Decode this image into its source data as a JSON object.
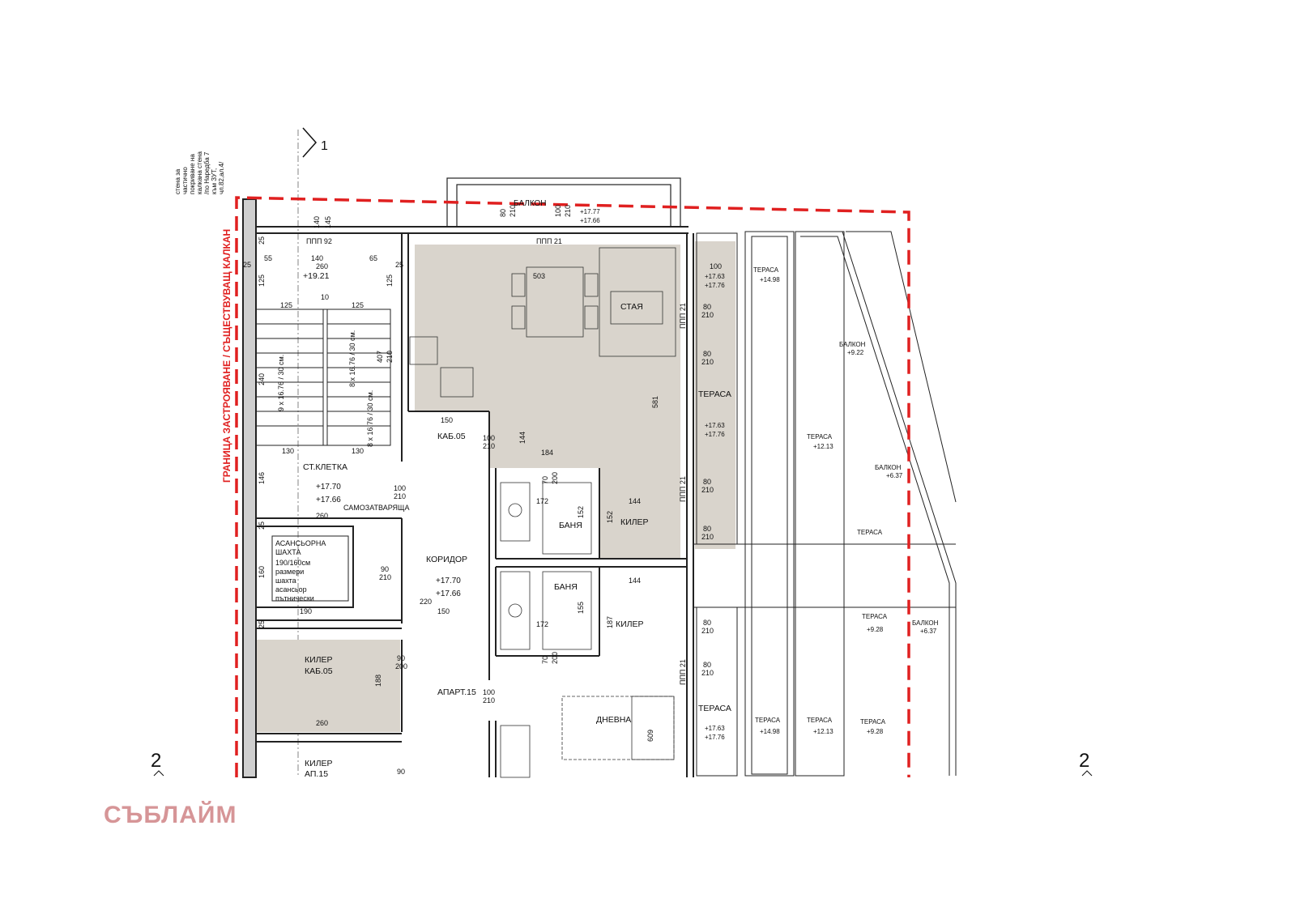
{
  "section_markers": {
    "top": "1",
    "left": "2",
    "right": "2"
  },
  "logo": "СЪБЛАЙМ",
  "boundary_label": "ГРАНИЦА ЗАСТРОЯВАНЕ / СЪЩЕСТВУВАЩ КАЛКАН",
  "wall_note": [
    "стена за",
    "частично",
    "покриване на",
    "калкана стена",
    "/по Наредба 7",
    "към ЗУТ,",
    "чл.82,ал.4/"
  ],
  "rooms": {
    "balcony_top": "БАЛКОН",
    "room": "СТАЯ",
    "terrace_1": "ТЕРАСА",
    "terrace_2": "ТЕРАСА",
    "terrace_3": "ТЕРАСА",
    "terrace_4": "ТЕРАСА",
    "terrace_5": "ТЕРАСА",
    "terrace_6": "ТЕРАСА",
    "terrace_7": "ТЕРАСА",
    "terrace_8": "ТЕРАСА",
    "terrace_9": "ТЕРАСА",
    "balcony_1": "БАЛКОН",
    "balcony_2": "БАЛКОН",
    "balcony_3": "БАЛКОН",
    "stairwell": "СТ.КЛЕТКА",
    "corridor": "КОРИДОР",
    "bath_1": "БАНЯ",
    "bath_2": "БАНЯ",
    "storage_1": "КИЛЕР",
    "storage_2": "КИЛЕР",
    "storage_3": "КИЛЕР",
    "storage_3b": "КАБ.05",
    "storage_4": "КИЛЕР",
    "storage_4b": "АП.15",
    "living": "ДНЕВНА",
    "unit_1": "КАБ.05",
    "unit_2": "АПАРТ.15",
    "self_closing": "САМОЗАТВАРЯЩА",
    "elevator": [
      "АСАНСЬОРНА",
      "ШАХТА",
      "190/160см",
      "размери",
      "шахта",
      "асансьор",
      "пътнически"
    ]
  },
  "levels": {
    "stair": "+19.21",
    "stair_a": "+17.70",
    "stair_b": "+17.66",
    "corr_a": "+17.70",
    "corr_b": "+17.66",
    "balc_a": "+17.77",
    "balc_b": "+17.66",
    "terr1_a": "+17.63",
    "terr1_b": "+17.76",
    "terr2_a": "+17.63",
    "terr2_b": "+17.76",
    "terr3_a": "+17.63",
    "terr3_b": "+17.76",
    "t_1498a": "+14.98",
    "t_1213a": "+12.13",
    "t_922": "+9.22",
    "t_637a": "+6.37",
    "t_928a": "+9.28",
    "t_637b": "+6.37",
    "t_1498b": "+14.98",
    "t_1213b": "+12.13",
    "t_928b": "+9.28"
  },
  "tags": {
    "ppp92": "ППП 92",
    "ppp21_top": "ППП 21",
    "ppp21_a": "ППП 21",
    "ppp21_b": "ППП 21",
    "ppp21_c": "ППП 21"
  },
  "dims": {
    "d140a": "140",
    "d145": "145",
    "d25a": "25",
    "d55": "55",
    "d140b": "140",
    "d260a": "260",
    "d65": "65",
    "d25b": "25",
    "d25c": "25",
    "d125a": "125",
    "d125b": "125",
    "d125c": "125",
    "d10": "10",
    "d125d": "125",
    "d240": "240",
    "stairs_a": "9 x 16.76 / 30 см.",
    "stairs_b": "8 x 16.76 / 30 см.",
    "stairs_c": "8 x 16.76 / 30 см.",
    "d407": "407",
    "d210s": "210",
    "d130a": "130",
    "d130b": "130",
    "d146": "146",
    "d260b": "260",
    "d100a": "100",
    "d210a": "210",
    "d503": "503",
    "d80a": "80",
    "d210b": "210",
    "d80b": "80",
    "d210c": "210",
    "d80c": "80",
    "d210d": "210",
    "d80d": "80",
    "d210e": "210",
    "d100t": "100",
    "d80t": "80",
    "d210t1": "210",
    "d100t2": "100",
    "d210t2": "210",
    "d150a": "150",
    "d100b": "100",
    "d210f": "210",
    "d144a": "144",
    "d184": "184",
    "d581": "581",
    "d70a": "70",
    "d200a": "200",
    "d172a": "172",
    "d152a": "152",
    "d152b": "152",
    "d144b": "144",
    "d160": "160",
    "d90a": "90",
    "d210g": "210",
    "d220": "220",
    "d150b": "150",
    "d190": "190",
    "d25d": "25",
    "d25e": "25",
    "d144c": "144",
    "d155": "155",
    "d172b": "172",
    "d187": "187",
    "d70b": "70",
    "d200b": "200",
    "d90b": "90",
    "d200c": "200",
    "d188": "188",
    "d260c": "260",
    "d100c": "100",
    "d210h": "210",
    "d80e": "80",
    "d210i": "210",
    "d80f": "80",
    "d210j": "210",
    "d609": "609",
    "d90c": "90"
  },
  "colors": {
    "boundary": "#e02020",
    "room_fill": "#d9d4cc",
    "wall": "#222222",
    "logo": "#d69597"
  }
}
